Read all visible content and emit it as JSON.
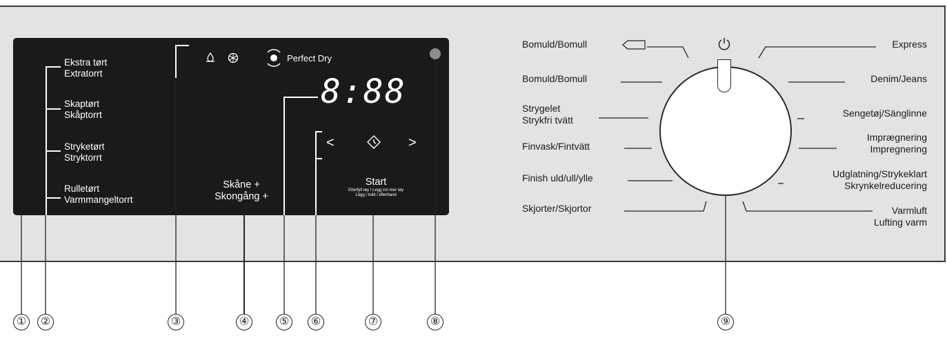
{
  "display": {
    "dryness_levels": [
      {
        "line1": "Ekstra tørt",
        "line2": "Extratorrt"
      },
      {
        "line1": "Skaptørt",
        "line2": "Skåptorrt"
      },
      {
        "line1": "Stryketørt",
        "line2": "Stryktorrt"
      },
      {
        "line1": "Rulletørt",
        "line2": "Varmmangeltorrt"
      }
    ],
    "perfect_dry_label": "Perfect Dry",
    "time_display": "8:88",
    "nav_left": "<",
    "nav_right": ">",
    "gentle_line1": "Skåne +",
    "gentle_line2": "Skongång +",
    "start_label": "Start",
    "start_sub1": "Etterfyll tøy / Legg inn mer tøy",
    "start_sub2": "Lägg i tvätt i efterhand"
  },
  "programmes_left": [
    {
      "line1": "Bomuld/Bomull"
    },
    {
      "line1": "Bomuld/Bomull"
    },
    {
      "line1": "Strygelet",
      "line2": "Strykfri tvätt"
    },
    {
      "line1": "Finvask/Fintvätt"
    },
    {
      "line1": "Finish uld/ull/ylle"
    },
    {
      "line1": "Skjorter/Skjortor"
    }
  ],
  "programmes_right": [
    {
      "line1": "Express"
    },
    {
      "line1": "Denim/Jeans"
    },
    {
      "line1": "Sengetøj/Sänglinne"
    },
    {
      "line1": "Imprægnering",
      "line2": "Impregnering"
    },
    {
      "line1": "Udglatning/Strykeklart",
      "line2": "Skrynkelreducering"
    },
    {
      "line1": "Varmluft",
      "line2": "Lufting varm"
    }
  ],
  "callouts": [
    "①",
    "②",
    "③",
    "④",
    "⑤",
    "⑥",
    "⑦",
    "⑧",
    "⑨"
  ],
  "icons": {
    "basket_icon": "basket-icon",
    "power_icon": "power-icon",
    "drop_icon": "drop-icon",
    "snowflake_icon": "snowflake-icon",
    "timer_icon": "timer-icon"
  }
}
